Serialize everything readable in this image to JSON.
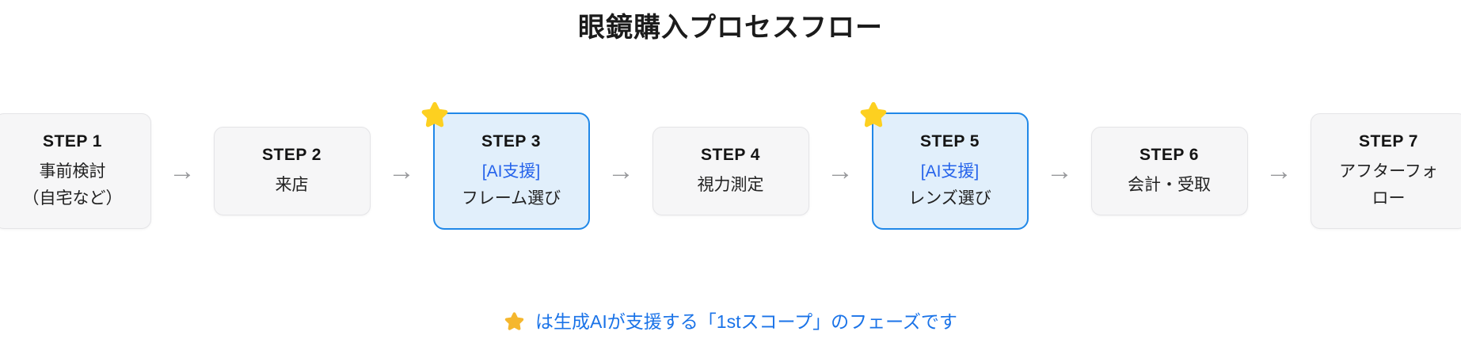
{
  "title": "眼鏡購入プロセスフロー",
  "arrow_glyph": "→",
  "steps": [
    {
      "label": "STEP 1",
      "lines": [
        "事前検討",
        "（自宅など）"
      ],
      "highlighted": false
    },
    {
      "label": "STEP 2",
      "lines": [
        "来店"
      ],
      "highlighted": false
    },
    {
      "label": "STEP 3",
      "ai_tag": "[AI支援]",
      "lines": [
        "フレーム選び"
      ],
      "highlighted": true
    },
    {
      "label": "STEP 4",
      "lines": [
        "視力測定"
      ],
      "highlighted": false
    },
    {
      "label": "STEP 5",
      "ai_tag": "[AI支援]",
      "lines": [
        "レンズ選び"
      ],
      "highlighted": true
    },
    {
      "label": "STEP 6",
      "lines": [
        "会計・受取"
      ],
      "highlighted": false
    },
    {
      "label": "STEP 7",
      "lines": [
        "アフターフォロー"
      ],
      "highlighted": false
    }
  ],
  "legend": {
    "text": "は生成AIが支援する「1stスコープ」のフェーズです"
  },
  "colors": {
    "highlight_border": "#2088e8",
    "highlight_fill": "#e1effb",
    "ai_tag_text": "#2563eb",
    "legend_text": "#1a73e8",
    "star": "#fdd020",
    "arrow": "#98999c",
    "box_fill": "#f6f6f7",
    "box_border": "#e4e4e7",
    "title_text": "#1b1b1b"
  }
}
